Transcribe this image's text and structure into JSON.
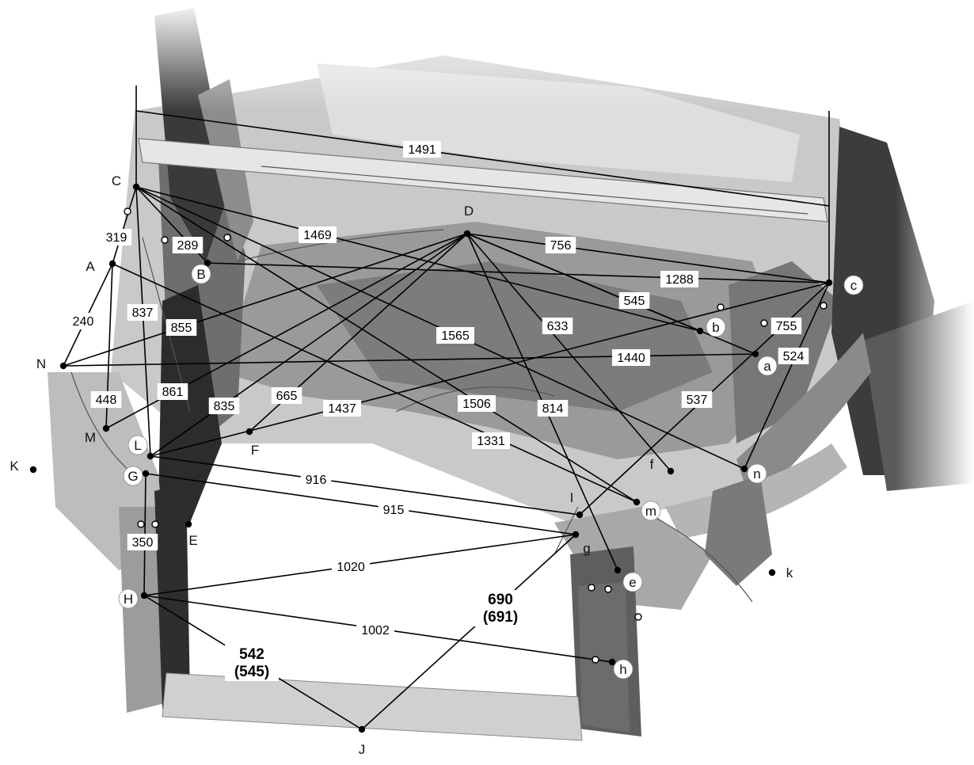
{
  "points": [
    {
      "id": "C",
      "label": "C"
    },
    {
      "id": "A",
      "label": "A"
    },
    {
      "id": "B",
      "label": "B"
    },
    {
      "id": "N",
      "label": "N"
    },
    {
      "id": "M",
      "label": "M"
    },
    {
      "id": "L",
      "label": "L"
    },
    {
      "id": "G",
      "label": "G"
    },
    {
      "id": "K",
      "label": "K"
    },
    {
      "id": "E",
      "label": "E"
    },
    {
      "id": "F",
      "label": "F"
    },
    {
      "id": "H",
      "label": "H"
    },
    {
      "id": "J",
      "label": "J"
    },
    {
      "id": "D",
      "label": "D"
    },
    {
      "id": "c",
      "label": "c"
    },
    {
      "id": "b",
      "label": "b"
    },
    {
      "id": "a",
      "label": "a"
    },
    {
      "id": "n",
      "label": "n"
    },
    {
      "id": "f",
      "label": "f"
    },
    {
      "id": "m",
      "label": "m"
    },
    {
      "id": "I",
      "label": "I"
    },
    {
      "id": "g",
      "label": "g"
    },
    {
      "id": "e",
      "label": "e"
    },
    {
      "id": "k",
      "label": "k"
    },
    {
      "id": "h",
      "label": "h"
    }
  ],
  "measurements": [
    {
      "id": "m1491",
      "label": "1491",
      "from": "C",
      "to": "c"
    },
    {
      "id": "m319",
      "label": "319",
      "from": "C",
      "to": "A"
    },
    {
      "id": "m289",
      "label": "289",
      "from": "C",
      "to": "B"
    },
    {
      "id": "m1469",
      "label": "1469",
      "from": "C",
      "to": "b"
    },
    {
      "id": "m837",
      "label": "837",
      "from": "C",
      "to": "L"
    },
    {
      "id": "m1565",
      "label": "1565",
      "from": "C",
      "to": "n"
    },
    {
      "id": "m1506",
      "label": "1506",
      "from": "C",
      "to": "m"
    },
    {
      "id": "m240",
      "label": "240",
      "from": "A",
      "to": "N"
    },
    {
      "id": "m448",
      "label": "448",
      "from": "A",
      "to": "M"
    },
    {
      "id": "m1331",
      "label": "1331",
      "from": "A",
      "to": "m"
    },
    {
      "id": "m855",
      "label": "855",
      "from": "N",
      "to": "D"
    },
    {
      "id": "m1440",
      "label": "1440",
      "from": "N",
      "to": "a"
    },
    {
      "id": "m861",
      "label": "861",
      "from": "M",
      "to": "D"
    },
    {
      "id": "m835",
      "label": "835",
      "from": "L",
      "to": "D"
    },
    {
      "id": "m665",
      "label": "665",
      "from": "F",
      "to": "D"
    },
    {
      "id": "m1437",
      "label": "1437",
      "from": "L",
      "to": "c"
    },
    {
      "id": "m756",
      "label": "756",
      "from": "D",
      "to": "c"
    },
    {
      "id": "m1288",
      "label": "1288",
      "from": "B",
      "to": "c"
    },
    {
      "id": "m545",
      "label": "545",
      "from": "D",
      "to": "b"
    },
    {
      "id": "m755",
      "label": "755",
      "from": "D",
      "to": "a"
    },
    {
      "id": "m633",
      "label": "633",
      "from": "D",
      "to": "f"
    },
    {
      "id": "m814",
      "label": "814",
      "from": "D",
      "to": "e"
    },
    {
      "id": "m524",
      "label": "524",
      "from": "c",
      "to": "n"
    },
    {
      "id": "m537",
      "label": "537",
      "from": "c",
      "to": "I"
    },
    {
      "id": "m916",
      "label": "916",
      "from": "L",
      "to": "I"
    },
    {
      "id": "m915",
      "label": "915",
      "from": "G",
      "to": "g"
    },
    {
      "id": "m350",
      "label": "350",
      "from": "G",
      "to": "H"
    },
    {
      "id": "m1020",
      "label": "1020",
      "from": "H",
      "to": "g"
    },
    {
      "id": "m1002",
      "label": "1002",
      "from": "H",
      "to": "h"
    }
  ],
  "pair_measurements": [
    {
      "id": "m542",
      "label": "542",
      "sub": "(545)",
      "from": "H",
      "to": "J"
    },
    {
      "id": "m690",
      "label": "690",
      "sub": "(691)",
      "from": "g",
      "to": "J"
    }
  ]
}
